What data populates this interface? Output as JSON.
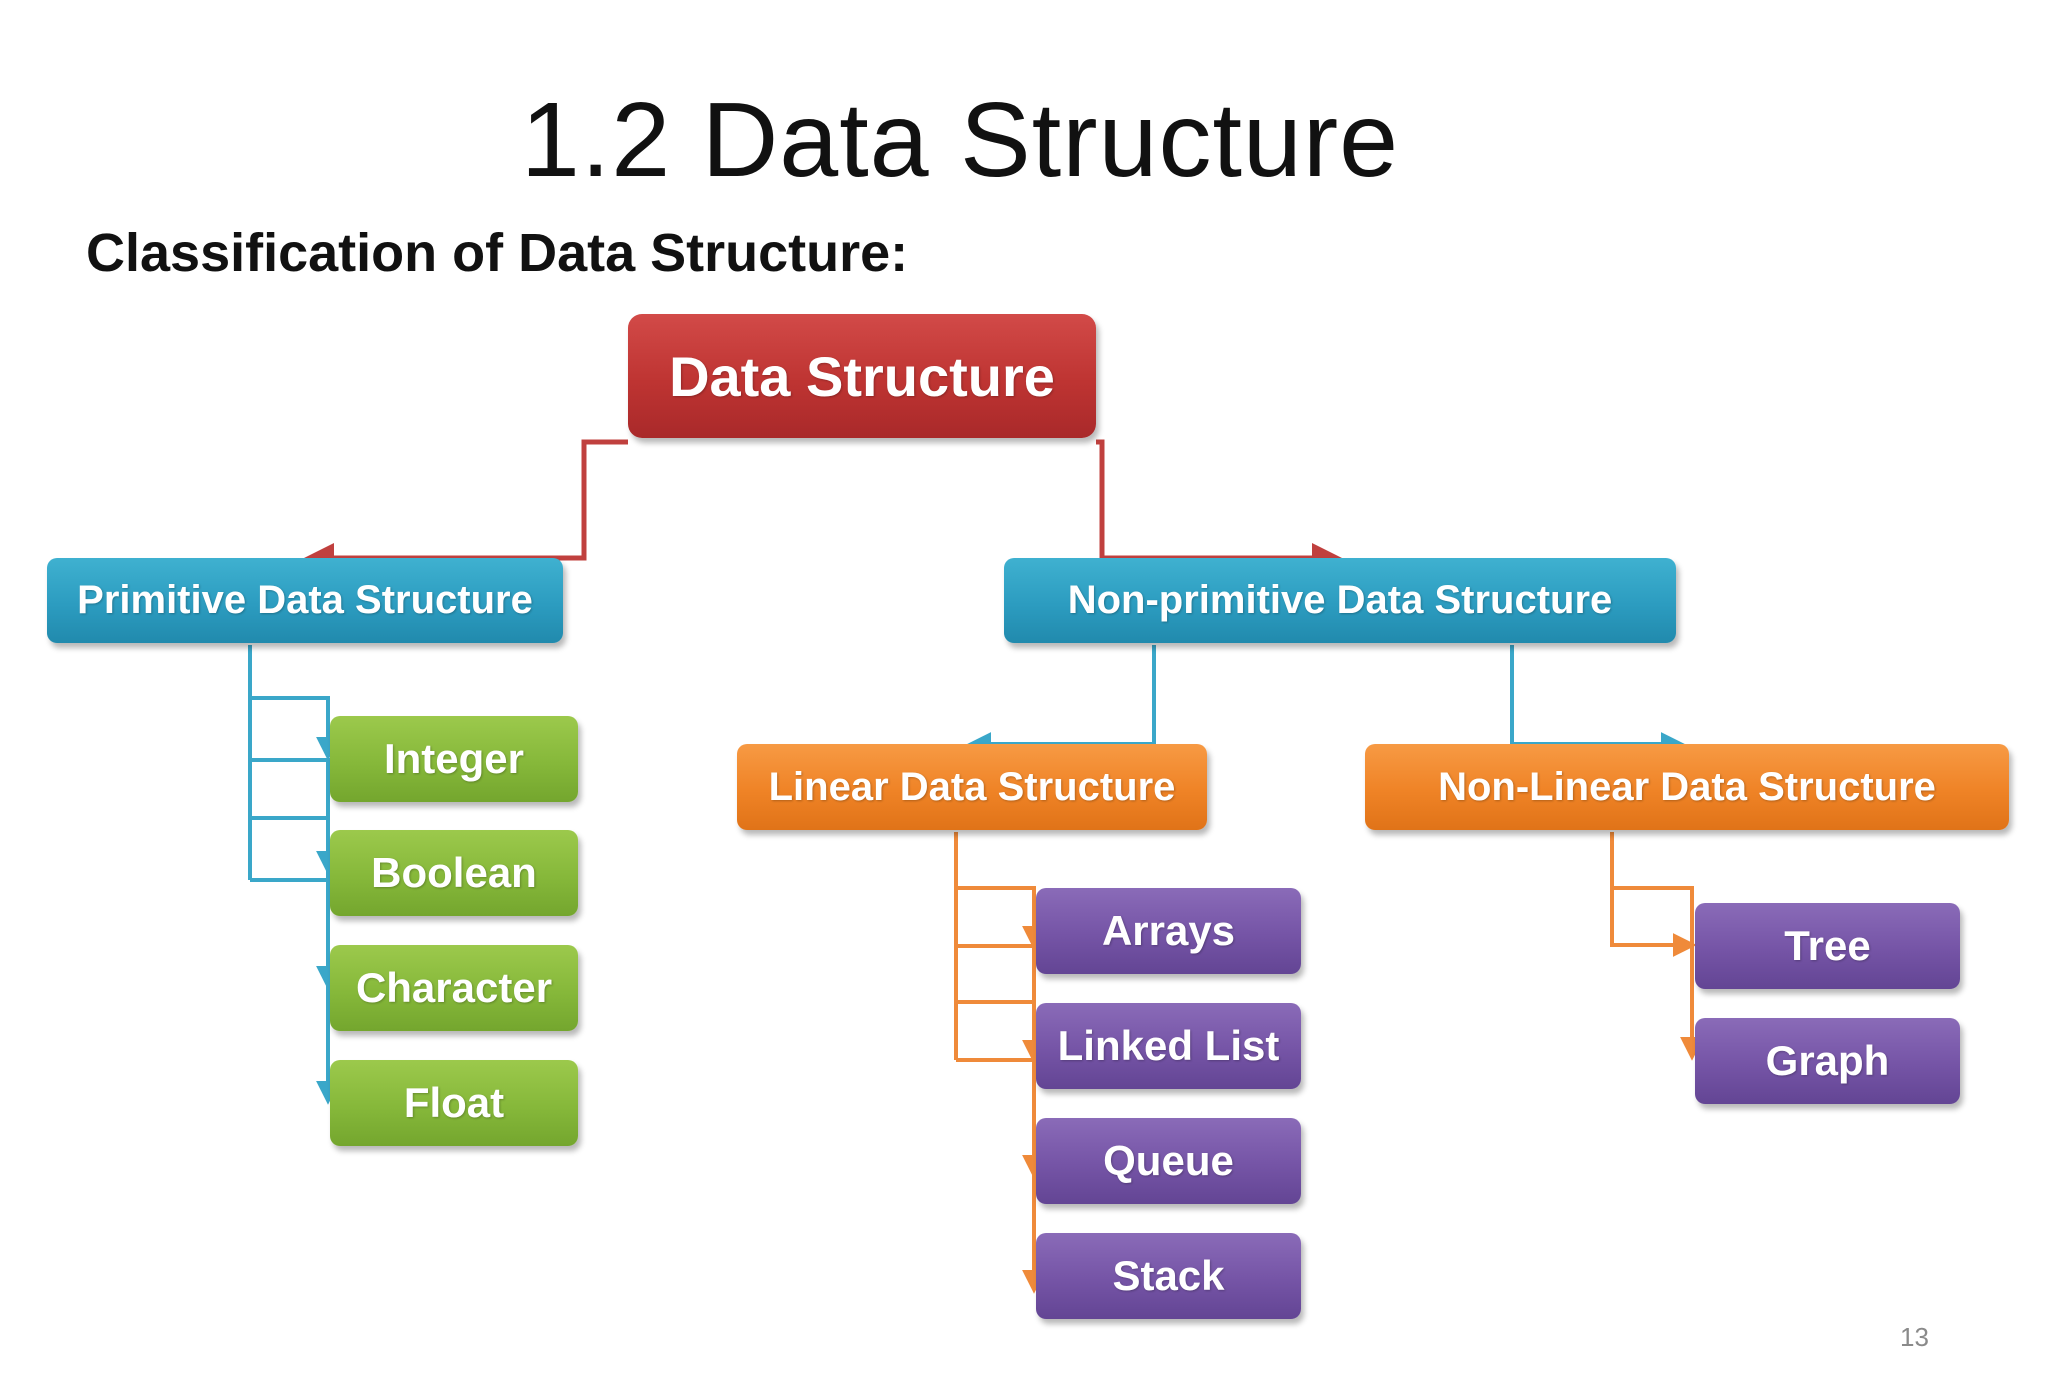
{
  "title": "1.2 Data Structure",
  "subtitle": "Classification of Data Structure:",
  "page_number": "13",
  "colors": {
    "root": "#be3432",
    "category": "#2c9cc0",
    "subcategory": "#ef8326",
    "primitive_leaf": "#86b83a",
    "nonprimitive_leaf": "#7554a6",
    "connector_red": "#c0403e",
    "connector_blue": "#3aa7c9",
    "connector_orange": "#ef8a3a"
  },
  "diagram": {
    "root": "Data Structure",
    "primitive": {
      "label": "Primitive Data Structure",
      "children": [
        "Integer",
        "Boolean",
        "Character",
        "Float"
      ]
    },
    "non_primitive": {
      "label": "Non-primitive Data Structure",
      "linear": {
        "label": "Linear Data Structure",
        "children": [
          "Arrays",
          "Linked List",
          "Queue",
          "Stack"
        ]
      },
      "non_linear": {
        "label": "Non-Linear Data Structure",
        "children": [
          "Tree",
          "Graph"
        ]
      }
    }
  }
}
